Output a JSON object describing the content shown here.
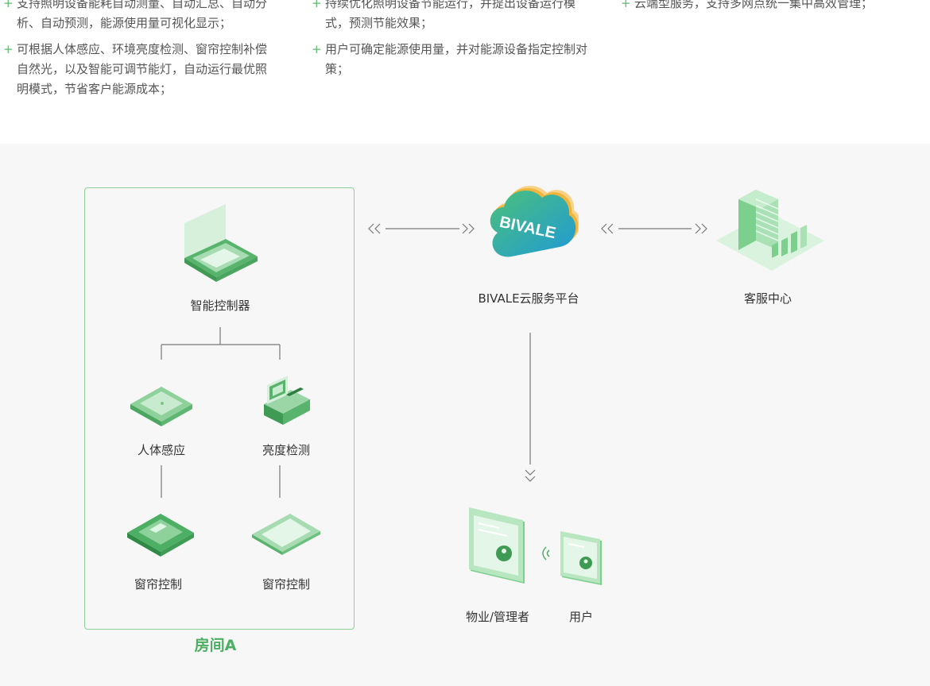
{
  "features": {
    "col1": [
      "支持照明设备能耗自动测量、自动汇总、自动分析、自动预测，能源使用量可视化显示；",
      "可根据人体感应、环境亮度检测、窗帘控制补偿自然光，以及智能可调节能灯，自动运行最优照明模式，节省客户能源成本；"
    ],
    "col2": [
      "持续优化照明设备节能运行，并提出设备运行模式，预测节能效果；",
      "用户可确定能源使用量，并对能源设备指定控制对策；"
    ],
    "col3": [
      "云端型服务，支持多网点统一集中高效管理；"
    ]
  },
  "diagram": {
    "room_label": "房间A",
    "controller_label": "智能控制器",
    "sensor_label": "人体感应",
    "brightness_label": "亮度检测",
    "curtain1_label": "窗帘控制",
    "curtain2_label": "窗帘控制",
    "cloud_label": "BIVALE云服务平台",
    "cloud_logo_text": "BIVALE",
    "service_label": "客服中心",
    "manager_label": "物业/管理者",
    "user_label": "用户"
  },
  "colors": {
    "accent": "#4caf63",
    "plus": "#5dbb6e",
    "background": "#f7f7f7",
    "line": "#777777"
  }
}
